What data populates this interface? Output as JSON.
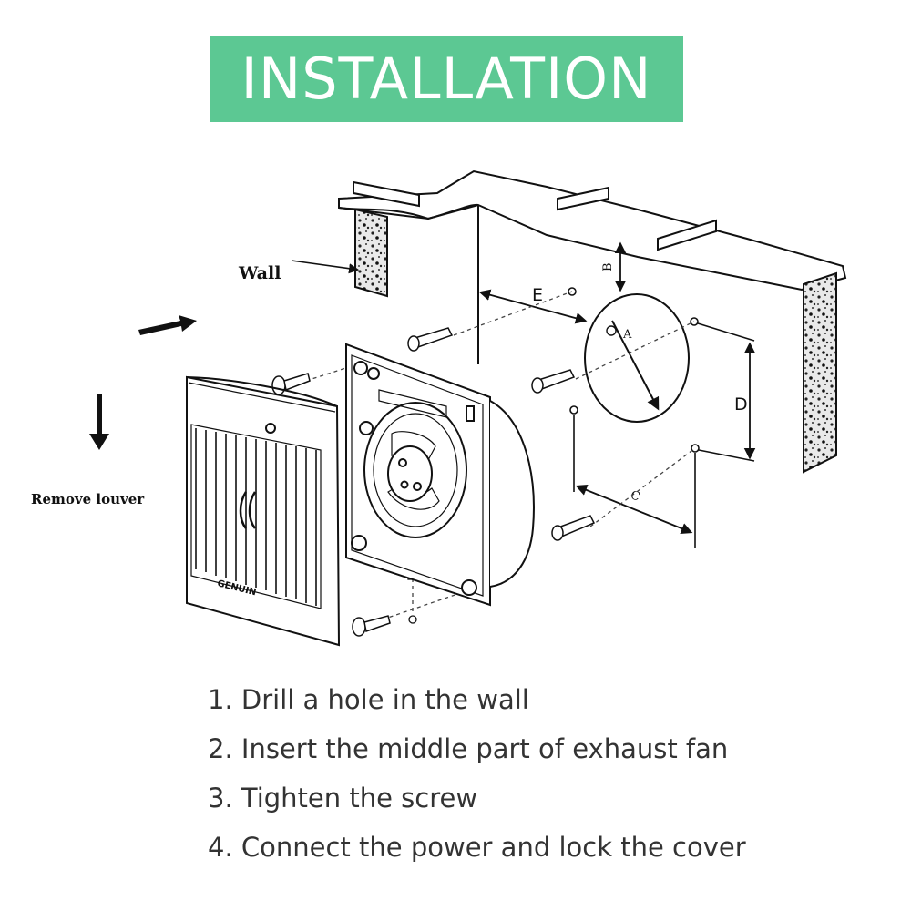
{
  "header": {
    "title": "INSTALLATION",
    "bg_color": "#5cc893"
  },
  "diagram": {
    "labels": {
      "wall": "Wall",
      "remove_louver": "Remove louver",
      "dim_a": "A",
      "dim_b": "B",
      "dim_c": "C",
      "dim_d": "D",
      "dim_e": "E",
      "brand": "GENUIN"
    }
  },
  "steps": [
    "1. Drill a hole in the wall",
    "2. Insert the middle part of exhaust fan",
    "3. Tighten the screw",
    "4. Connect the power and lock the cover"
  ]
}
